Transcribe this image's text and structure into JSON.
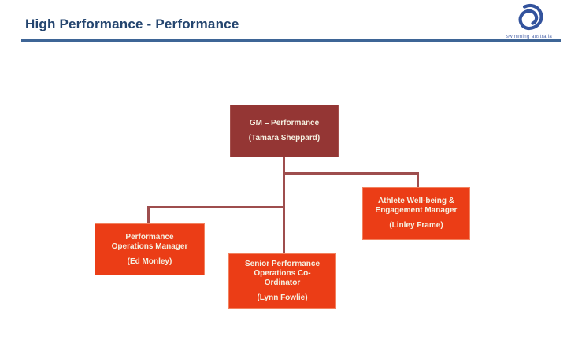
{
  "header": {
    "title": "High Performance - Performance",
    "logo_caption": "swimming australia"
  },
  "colors": {
    "title_text": "#24456F",
    "title_rule": "#3E6596",
    "maroon_box_fill": "#943634",
    "orange_box_fill": "#EB3D16",
    "orange_box_border": "#F2825F",
    "box_text": "#F5F0E1",
    "connector": "#9E4E4E",
    "logo_blue": "#33539D"
  },
  "org_chart": {
    "nodes": [
      {
        "id": "gm-performance",
        "role_lines": [
          "GM – Performance"
        ],
        "person": "(Tamara Sheppard)"
      },
      {
        "id": "athlete-wellbeing-engagement-manager",
        "role_lines": [
          "Athlete Well-being &",
          "Engagement Manager"
        ],
        "person": "(Linley Frame)"
      },
      {
        "id": "performance-operations-manager",
        "role_lines": [
          "Performance",
          "Operations Manager"
        ],
        "person": "(Ed Monley)"
      },
      {
        "id": "senior-performance-operations-co-ordinator",
        "role_lines": [
          "Senior Performance",
          "Operations Co-",
          "Ordinator"
        ],
        "person": "(Lynn Fowlie)"
      }
    ]
  }
}
